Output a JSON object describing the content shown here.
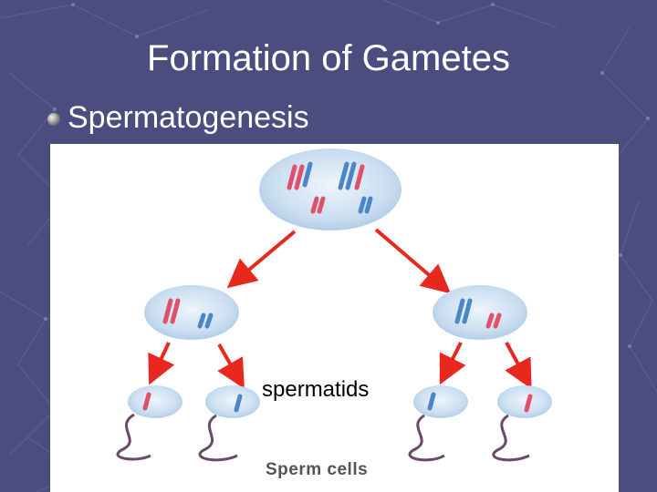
{
  "slide": {
    "title": "Formation of Gametes",
    "bullet": "Spermatogenesis"
  },
  "figure": {
    "label_spermatids": "spermatids",
    "label_sperm_cells": "Sperm cells"
  },
  "colors": {
    "background": "#4a4d7e",
    "arrow": "#e8281e",
    "chromosome_red": "#e0506a",
    "chromosome_blue": "#4a86c8",
    "cell_fill": "#c9ddf0",
    "tail": "#6a4a6a"
  }
}
